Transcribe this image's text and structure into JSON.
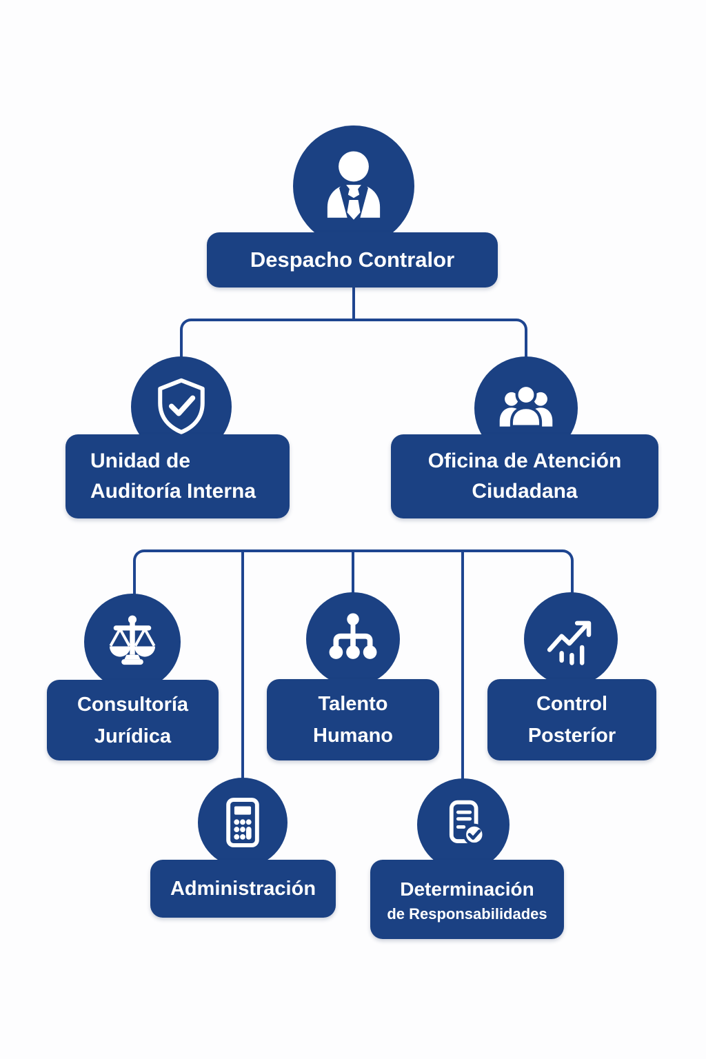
{
  "palette": {
    "node_fill": "#1b4183",
    "line_color": "#1e4590",
    "text_color": "#ffffff",
    "background": "#fdfdfe"
  },
  "nodes": {
    "root": {
      "label": "Despacho Contralor",
      "icon": "person-tie-icon"
    },
    "auditoria": {
      "line1": "Unidad de",
      "line2": "Auditoría Interna",
      "icon": "shield-check-icon"
    },
    "atencion": {
      "line1": "Oficina de Atención",
      "line2": "Ciudadana",
      "icon": "people-group-icon"
    },
    "consultoria": {
      "line1": "Consultoría",
      "line2": "Jurídica",
      "icon": "scales-icon"
    },
    "talento": {
      "line1": "Talento",
      "line2": "Humano",
      "icon": "hierarchy-icon"
    },
    "control": {
      "line1": "Control",
      "line2": "Posteríor",
      "icon": "trend-up-icon"
    },
    "administracion": {
      "label": "Administración",
      "icon": "calculator-icon"
    },
    "determinacion": {
      "line1": "Determinación",
      "line2": "de Responsabilidades",
      "icon": "document-check-icon"
    }
  },
  "structure": {
    "level1": [
      "Despacho Contralor"
    ],
    "level2": [
      "Unidad de Auditoría Interna",
      "Oficina de Atención Ciudadana"
    ],
    "level3": [
      "Consultoría Jurídica",
      "Talento Humano",
      "Control Posteríor"
    ],
    "level4": [
      "Administración",
      "Determinación de Responsabilidades"
    ]
  }
}
